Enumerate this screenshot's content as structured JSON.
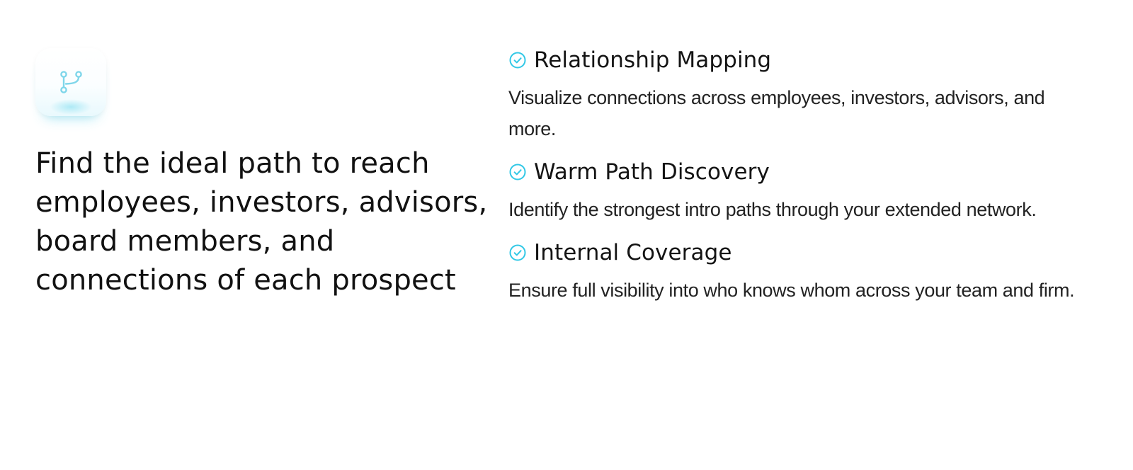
{
  "accent_color": "#32c8e6",
  "hero": {
    "icon": "git-branch-icon",
    "headline": "Find the ideal path to reach employees, investors, advisors, board members, and connections of each prospect"
  },
  "features": [
    {
      "icon": "check-circle-icon",
      "title": "Relationship Mapping",
      "description": "Visualize connections across employees, investors, advisors, and more."
    },
    {
      "icon": "check-circle-icon",
      "title": "Warm Path Discovery",
      "description": "Identify the strongest intro paths through your extended network."
    },
    {
      "icon": "check-circle-icon",
      "title": "Internal Coverage",
      "description": "Ensure full visibility into who knows whom across your team and firm."
    }
  ]
}
